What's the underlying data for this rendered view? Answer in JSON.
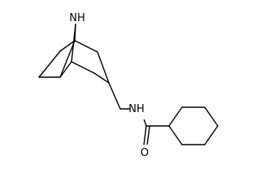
{
  "molecule": {
    "atoms": [
      {
        "id": "N_bridge",
        "label": "NH"
      },
      {
        "id": "N_amide",
        "label": "NH"
      },
      {
        "id": "O",
        "label": "O"
      }
    ]
  }
}
